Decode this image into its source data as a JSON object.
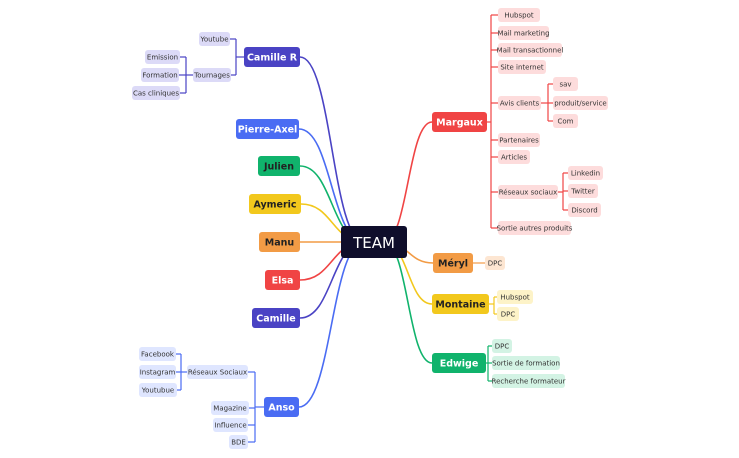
{
  "center": "TEAM",
  "colors": {
    "camille_r": "#4a43c4",
    "pierre_axel": "#4a6cf3",
    "julien": "#10b36c",
    "aymeric": "#f2c81d",
    "manu": "#f29b45",
    "elsa": "#f04444",
    "camille": "#4a43c4",
    "anso": "#4a6cf3",
    "margaux": "#f04444",
    "meryl": "#f29b45",
    "montaine": "#f2c81d",
    "edwige": "#10b36c"
  },
  "branches": {
    "camille_r": {
      "label": "Camille R",
      "children": [
        {
          "label": "Youtube"
        },
        {
          "label": "Tournages",
          "children": [
            {
              "label": "Emission"
            },
            {
              "label": "Formation"
            },
            {
              "label": "Cas cliniques"
            }
          ]
        }
      ]
    },
    "pierre_axel": {
      "label": "Pierre-Axel"
    },
    "julien": {
      "label": "Julien"
    },
    "aymeric": {
      "label": "Aymeric"
    },
    "manu": {
      "label": "Manu"
    },
    "elsa": {
      "label": "Elsa"
    },
    "camille": {
      "label": "Camille"
    },
    "anso": {
      "label": "Anso",
      "children": [
        {
          "label": "Réseaux Sociaux",
          "children": [
            {
              "label": "Facebook"
            },
            {
              "label": "Instagram"
            },
            {
              "label": "Youtubue"
            }
          ]
        },
        {
          "label": "Magazine"
        },
        {
          "label": "Influence"
        },
        {
          "label": "BDE"
        }
      ]
    },
    "margaux": {
      "label": "Margaux",
      "children": [
        {
          "label": "Hubspot"
        },
        {
          "label": "Mail marketing"
        },
        {
          "label": "Mail transactionnel"
        },
        {
          "label": "Site internet"
        },
        {
          "label": "Avis clients",
          "children": [
            {
              "label": "sav"
            },
            {
              "label": "produit/service"
            },
            {
              "label": "Com"
            }
          ]
        },
        {
          "label": "Partenaires"
        },
        {
          "label": "Articles"
        },
        {
          "label": "Réseaux sociaux",
          "children": [
            {
              "label": "Linkedin"
            },
            {
              "label": "Twitter"
            },
            {
              "label": "Discord"
            }
          ]
        },
        {
          "label": "Sortie autres produits"
        }
      ]
    },
    "meryl": {
      "label": "Méryl",
      "children": [
        {
          "label": "DPC"
        }
      ]
    },
    "montaine": {
      "label": "Montaine",
      "children": [
        {
          "label": "Hubspot"
        },
        {
          "label": "DPC"
        }
      ]
    },
    "edwige": {
      "label": "Edwige",
      "children": [
        {
          "label": "DPC"
        },
        {
          "label": "Sortie de formation"
        },
        {
          "label": "Recherche formateur"
        }
      ]
    }
  }
}
